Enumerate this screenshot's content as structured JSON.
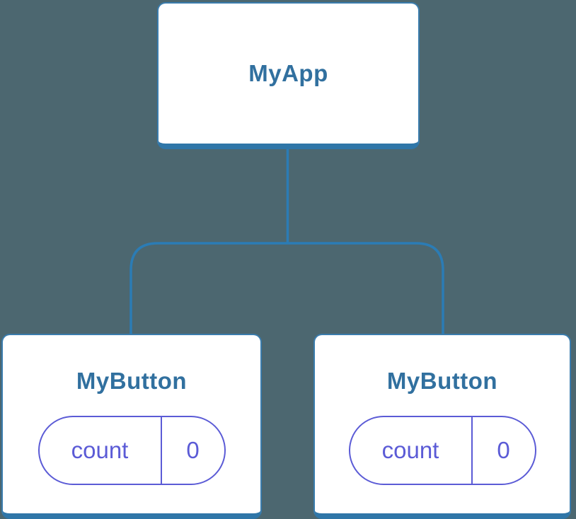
{
  "colors": {
    "background": "#4c6770",
    "box_fill": "#ffffff",
    "box_border": "#3a7cad",
    "box_bottom_edge": "#2f76a8",
    "connector_line": "#2b7cb5",
    "component_title": "#31709f",
    "state_pill": "#5b5bd6"
  },
  "tree": {
    "root": {
      "label": "MyApp"
    },
    "children": [
      {
        "label": "MyButton",
        "state": {
          "name": "count",
          "value": "0"
        }
      },
      {
        "label": "MyButton",
        "state": {
          "name": "count",
          "value": "0"
        }
      }
    ]
  }
}
